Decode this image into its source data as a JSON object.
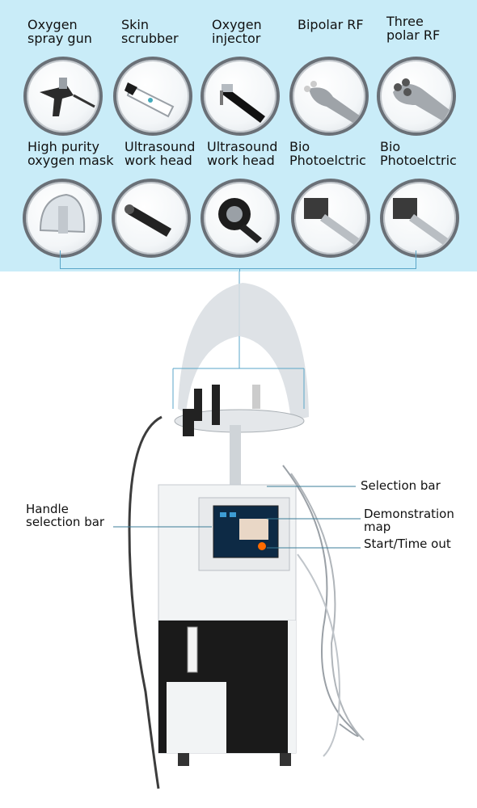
{
  "accessories": [
    {
      "label": "Oxygen\nspray gun",
      "icon": "oxygen-spray-gun-icon"
    },
    {
      "label": "Skin\nscrubber",
      "icon": "skin-scrubber-icon"
    },
    {
      "label": "Oxygen\ninjector",
      "icon": "oxygen-injector-icon"
    },
    {
      "label": "Bipolar RF",
      "icon": "bipolar-rf-icon"
    },
    {
      "label": "Three\npolar RF",
      "icon": "three-polar-rf-icon"
    },
    {
      "label": "High purity\noxygen mask",
      "icon": "oxygen-mask-icon"
    },
    {
      "label": "Ultrasound\nwork head",
      "icon": "ultrasound-head-icon"
    },
    {
      "label": "Ultrasound\nwork head",
      "icon": "ultrasound-head-icon"
    },
    {
      "label": "Bio\nPhotoelctric",
      "icon": "bio-photoelectric-icon"
    },
    {
      "label": "Bio\nPhotoelctric",
      "icon": "bio-photoelectric-icon"
    }
  ],
  "callouts": {
    "handle": "Handle\nselection bar",
    "selection": "Selection bar",
    "demo": "Demonstration\nmap",
    "start": "Start/Time out"
  },
  "colors": {
    "panel": "#c9ecf8",
    "connector": "#5aa6c8",
    "machine_dark": "#1a1a1a"
  }
}
